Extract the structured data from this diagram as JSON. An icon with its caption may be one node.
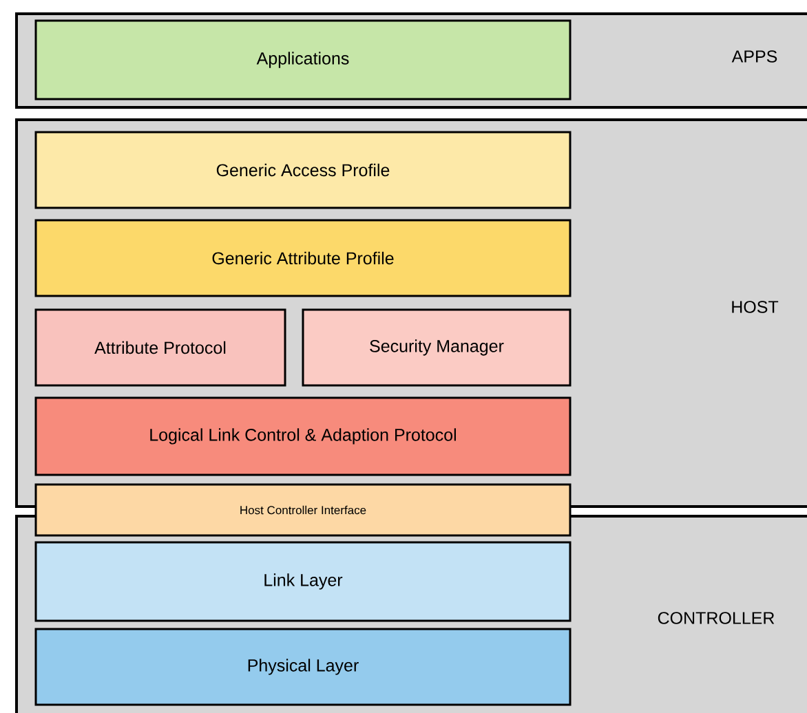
{
  "diagram": {
    "nodes": [
      {
        "text": [
          "APPS"
        ]
      },
      {
        "text": [
          "Applications"
        ],
        "in": 0
      },
      {
        "text": [
          "HOST"
        ]
      },
      {
        "text": [
          "Generic Access Profile"
        ],
        "in": 2
      },
      {
        "text": [
          "Generic Attribute Profile"
        ],
        "in": 2
      },
      {
        "text": [
          "Attribute Protocol"
        ],
        "in": 2
      },
      {
        "text": [
          "Security Manager"
        ],
        "in": 2
      },
      {
        "text": [
          "Logical Link Control & Adaption Protocol"
        ],
        "in": 2
      },
      {
        "text": [
          "Host Controller Interface"
        ]
      },
      {
        "text": [
          "CONTROLLER"
        ]
      },
      {
        "text": [
          "Link Layer"
        ],
        "in": 9
      },
      {
        "text": [
          "Physical Layer"
        ],
        "in": 9
      }
    ]
  }
}
